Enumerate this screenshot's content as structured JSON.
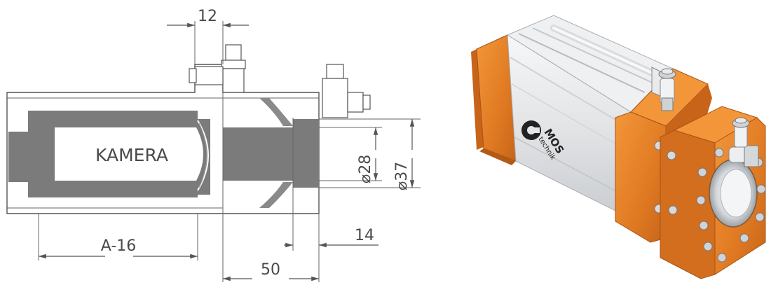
{
  "drawing": {
    "dim_top_width": "12",
    "camera_label": "KAMERA",
    "dim_diameter_inner": "⌀28",
    "dim_diameter_outer": "⌀37",
    "dim_front_depth": "14",
    "dim_length_offset": "A-16",
    "dim_body_length": "50"
  },
  "product": {
    "logo_text_line1": "MOS",
    "logo_text_line2": "technik",
    "colors": {
      "housing_orange": "#e07a22",
      "body_silver": "#e4e6e8",
      "section_gray": "#7b7b7b",
      "line_gray": "#555555"
    }
  }
}
